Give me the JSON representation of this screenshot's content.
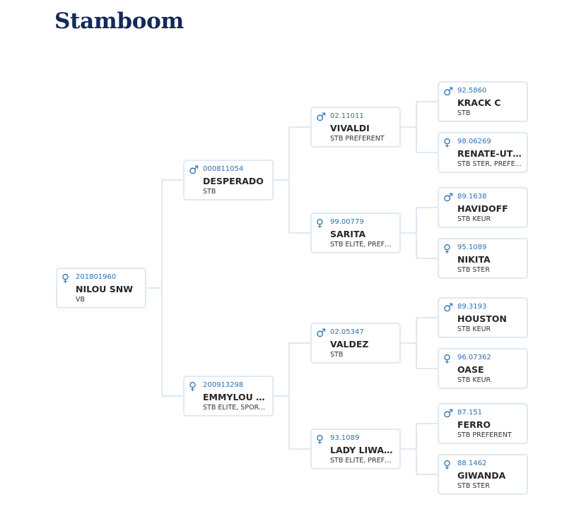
{
  "page": {
    "title": "Stamboom"
  },
  "pedigree": [
    {
      "id": "subject",
      "sex": "female",
      "reg": "201801960",
      "name": "NILOU SNW",
      "pred": "VB"
    },
    {
      "id": "sire",
      "sex": "male",
      "reg": "000811054",
      "name": "DESPERADO",
      "pred": "STB"
    },
    {
      "id": "dam",
      "sex": "female",
      "reg": "200913298",
      "name": "EMMYLOU S...",
      "pred": "STB ELITE, SPOR..."
    },
    {
      "id": "sire-sire",
      "sex": "male",
      "reg": "02.11011",
      "name": "VIVALDI",
      "pred": "STB PREFERENT"
    },
    {
      "id": "sire-dam",
      "sex": "female",
      "reg": "99.00779",
      "name": "SARITA",
      "pred": "STB ELITE, PREFE..."
    },
    {
      "id": "dam-sire",
      "sex": "male",
      "reg": "02.05347",
      "name": "VALDEZ",
      "pred": "STB"
    },
    {
      "id": "dam-dam",
      "sex": "female",
      "reg": "93.1089",
      "name": "LADY LIWAN...",
      "pred": "STB ELITE, PREFE..."
    },
    {
      "id": "sire-sire-sire",
      "sex": "male",
      "reg": "92.5860",
      "name": "KRACK C",
      "pred": "STB"
    },
    {
      "id": "sire-sire-dam",
      "sex": "female",
      "reg": "98.06269",
      "name": "RENATE-UTO...",
      "pred": "STB STER, PREFE..."
    },
    {
      "id": "sire-dam-sire",
      "sex": "male",
      "reg": "89.1638",
      "name": "HAVIDOFF",
      "pred": "STB KEUR"
    },
    {
      "id": "sire-dam-dam",
      "sex": "female",
      "reg": "95.1089",
      "name": "NIKITA",
      "pred": "STB STER"
    },
    {
      "id": "dam-sire-sire",
      "sex": "male",
      "reg": "89.3193",
      "name": "HOUSTON",
      "pred": "STB KEUR"
    },
    {
      "id": "dam-sire-dam",
      "sex": "female",
      "reg": "96.07362",
      "name": "OASE",
      "pred": "STB KEUR"
    },
    {
      "id": "dam-dam-sire",
      "sex": "male",
      "reg": "87.151",
      "name": "FERRO",
      "pred": "STB PREFERENT"
    },
    {
      "id": "dam-dam-dam",
      "sex": "female",
      "reg": "88.1462",
      "name": "GIWANDA",
      "pred": "STB STER"
    }
  ],
  "icons": {
    "male": "male-symbol",
    "female": "female-symbol"
  },
  "colors": {
    "title": "#14285a",
    "link": "#2f6fb0",
    "border": "#dfe9f3"
  }
}
